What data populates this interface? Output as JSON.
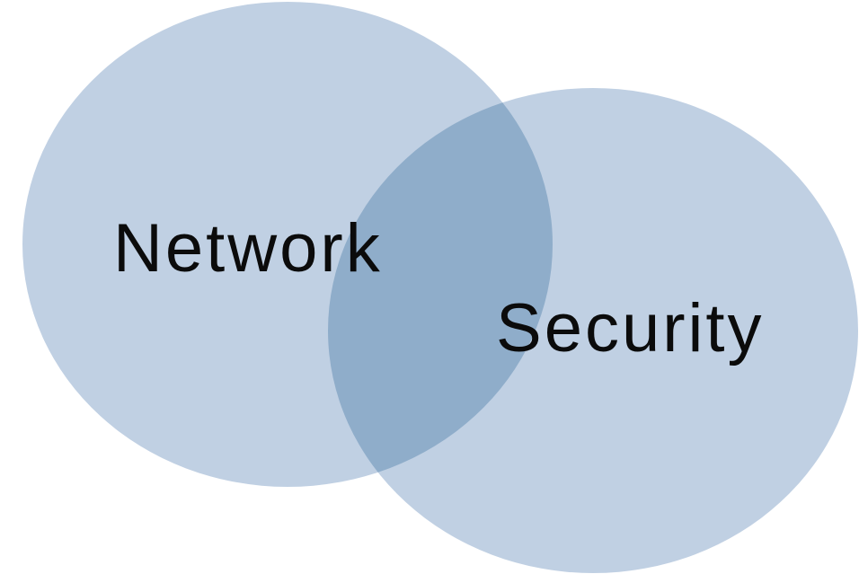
{
  "diagram": {
    "type": "venn",
    "sets": [
      {
        "id": "network",
        "label": "Network"
      },
      {
        "id": "security",
        "label": "Security"
      }
    ],
    "colors": {
      "background": "#ffffff",
      "circle_fill": "#c0d0e3",
      "overlap_fill": "#8fadca",
      "label_color": "#0b0b0b"
    }
  }
}
